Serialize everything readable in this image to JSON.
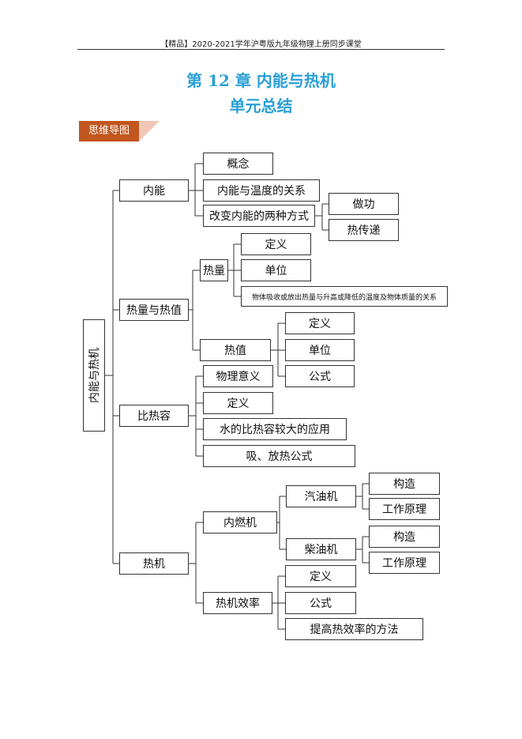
{
  "header": {
    "text": "【精品】2020-2021学年沪粤版九年级物理上册同步课堂"
  },
  "title": {
    "line1": "第 12 章  内能与热机",
    "line2": "单元总结"
  },
  "badge": {
    "label": "思维导图"
  },
  "colors": {
    "title": "#2a9fd6",
    "badge": "#c2561e",
    "badge_tail": "#f1c8b5"
  },
  "mindmap": {
    "root": "内能与热机",
    "neineng": {
      "label": "内能",
      "concept": "概念",
      "temp_relation": "内能与温度的关系",
      "two_ways": "改变内能的两种方式",
      "work": "做功",
      "heat_transfer": "热传递"
    },
    "heat": {
      "label": "热量与热值",
      "quantity": "热量",
      "q_definition": "定义",
      "q_unit": "单位",
      "q_relation": "物体吸收或放出热量与升高或降低的温度及物体质量的关系",
      "value": "热值",
      "v_definition": "定义",
      "v_unit": "单位",
      "v_formula": "公式"
    },
    "specific_heat": {
      "label": "比热容",
      "meaning": "物理意义",
      "definition": "定义",
      "water_app": "水的比热容较大的应用",
      "formula": "吸、放热公式"
    },
    "engine": {
      "label": "热机",
      "ice": "内燃机",
      "gasoline": "汽油机",
      "g_structure": "构造",
      "g_principle": "工作原理",
      "diesel": "柴油机",
      "d_structure": "构造",
      "d_principle": "工作原理",
      "efficiency": "热机效率",
      "e_definition": "定义",
      "e_formula": "公式",
      "e_improve": "提高热效率的方法"
    }
  }
}
